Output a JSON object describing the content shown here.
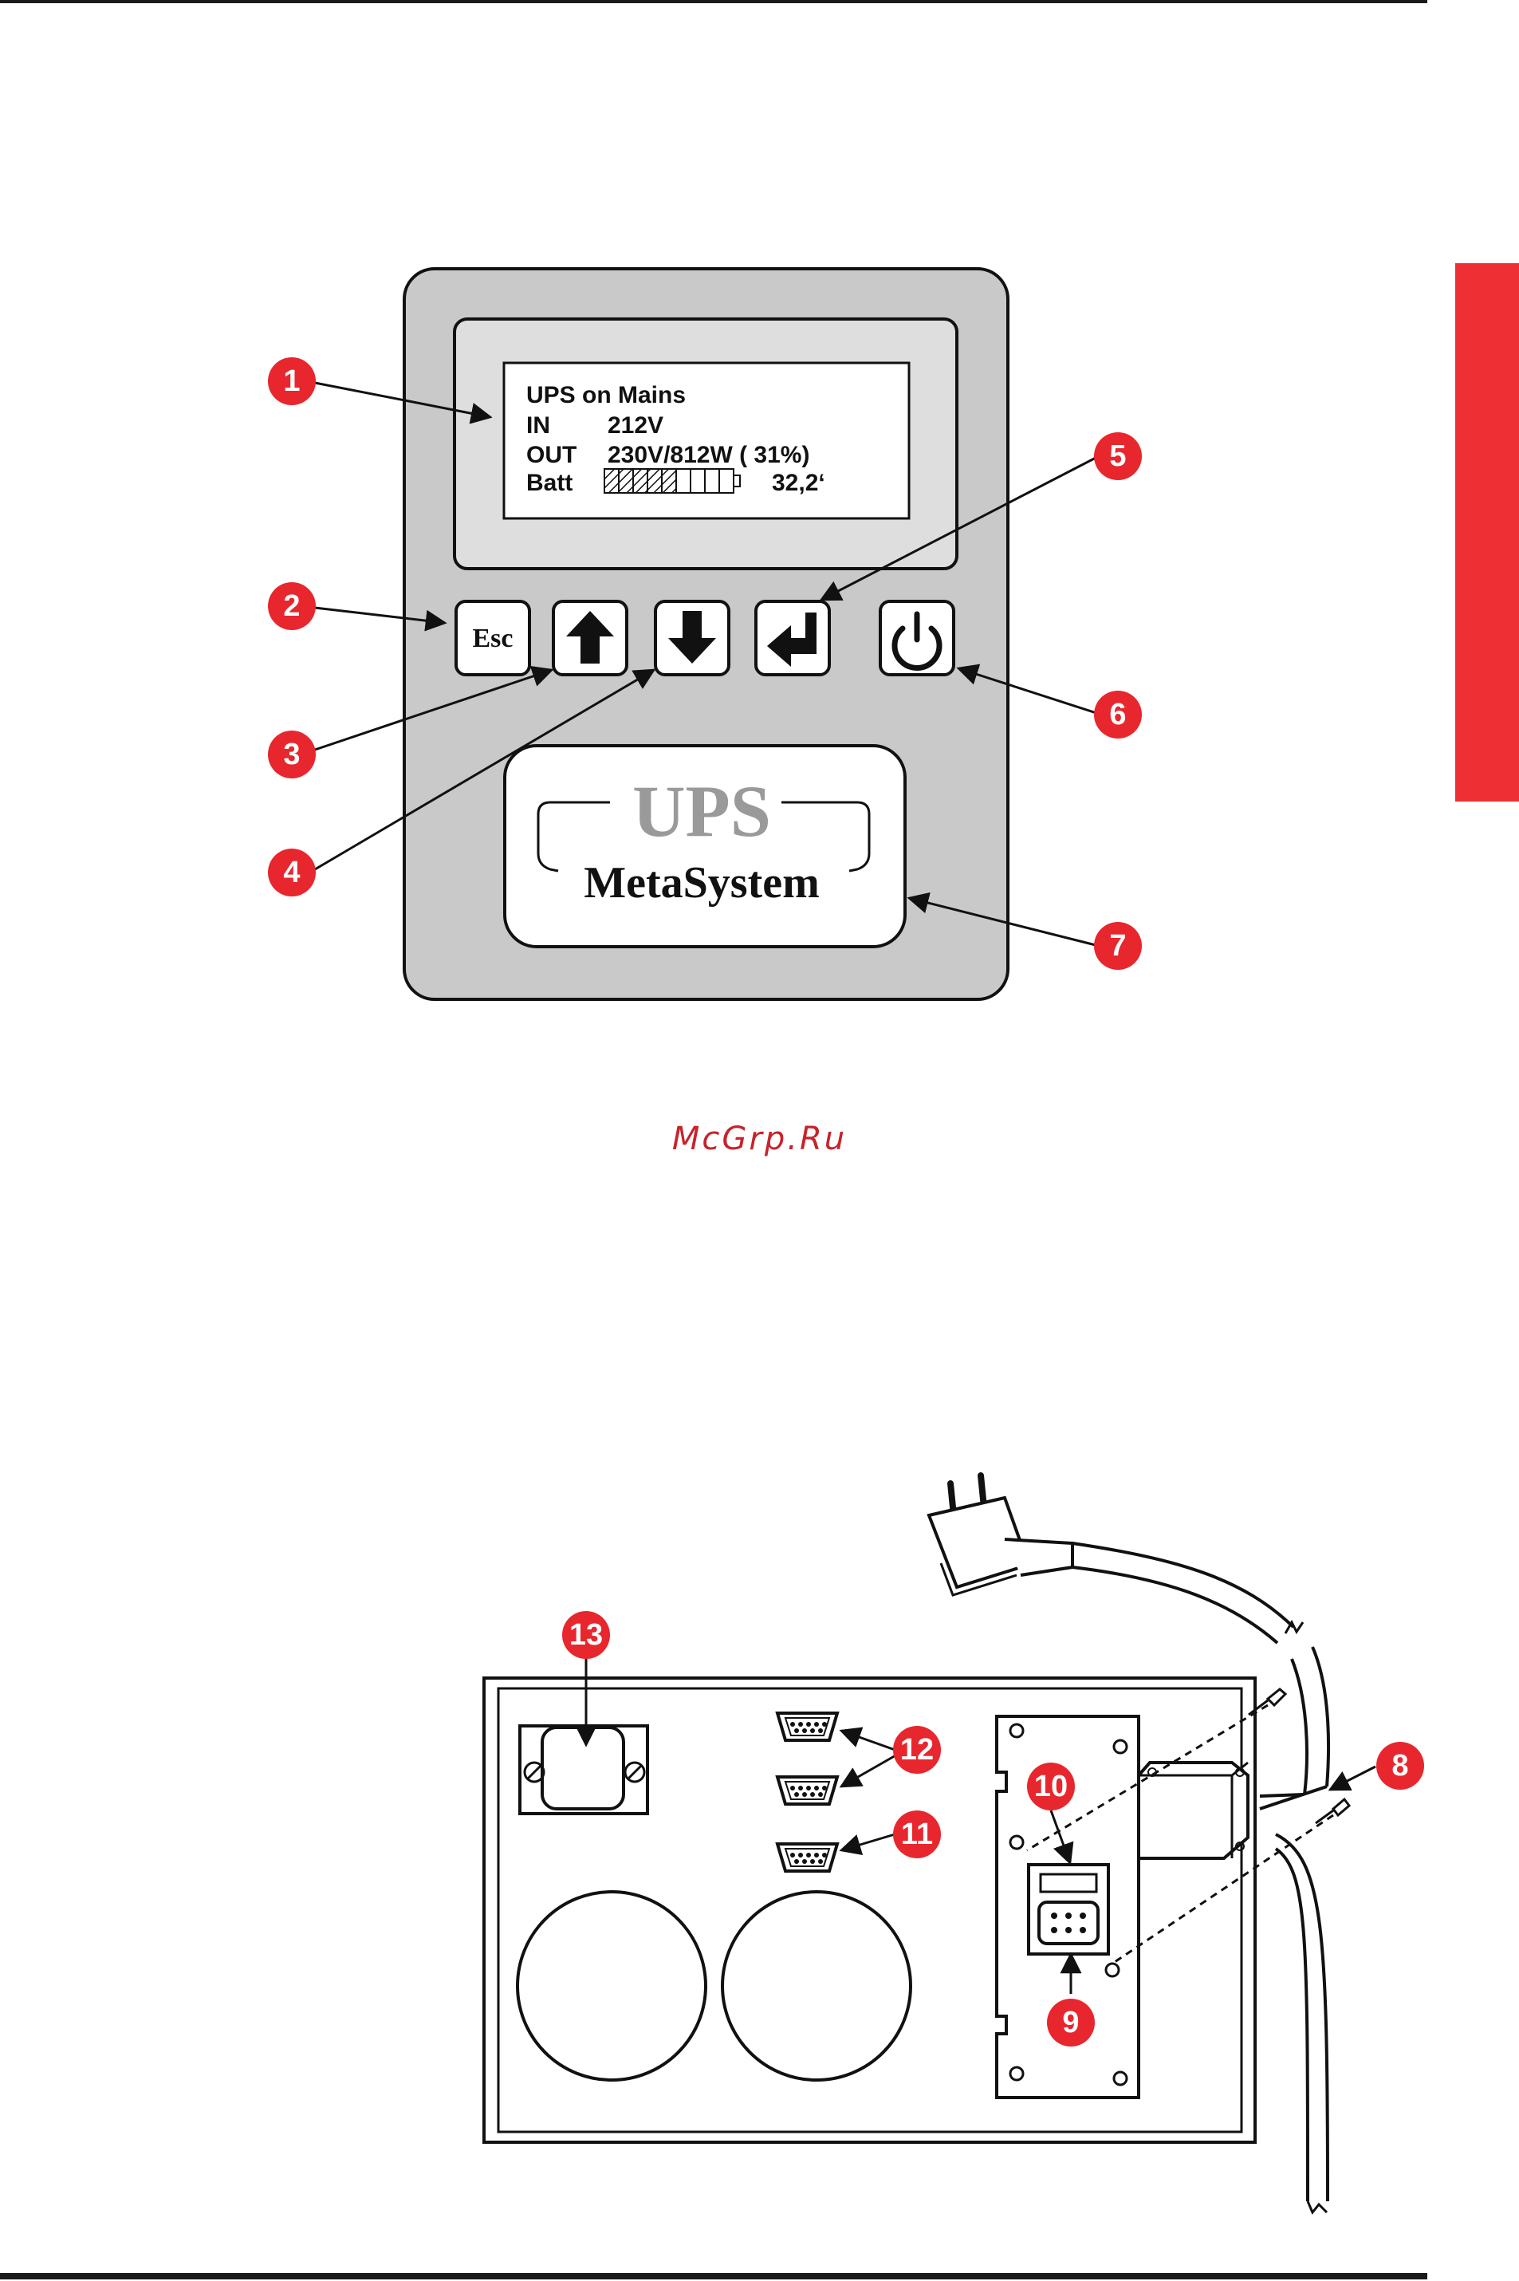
{
  "lcd": {
    "line1": "UPS on Mains",
    "in_label": "IN",
    "in_value": "212V",
    "out_label": "OUT",
    "out_value": "230V/812W ( 31%)",
    "batt_label": "Batt",
    "batt_value": "32,2‘",
    "battery_fill_segments": 5,
    "battery_total_segments": 9
  },
  "buttons": {
    "esc_label": "Esc"
  },
  "logo": {
    "top": "UPS",
    "bottom": "MetaSystem"
  },
  "callouts": {
    "c1": "1",
    "c2": "2",
    "c3": "3",
    "c4": "4",
    "c5": "5",
    "c6": "6",
    "c7": "7",
    "c8": "8",
    "c9": "9",
    "c10": "10",
    "c11": "11",
    "c12": "12",
    "c13": "13"
  },
  "watermark": "McGrp.Ru",
  "colors": {
    "accent_red": "#ee3035",
    "callout_red": "#e8262d",
    "panel_gray": "#c9c9c9",
    "lcd_gray": "#dedede"
  },
  "icons": {
    "up": "arrow-up-icon",
    "down": "arrow-down-icon",
    "enter": "enter-icon",
    "power": "power-icon"
  }
}
